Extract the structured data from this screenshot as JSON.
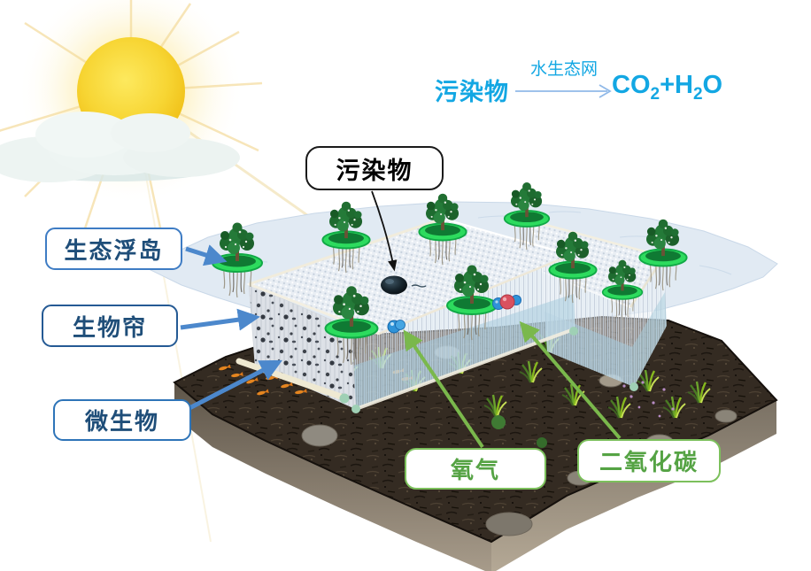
{
  "equation": {
    "reactant": "污染物",
    "condition": "水生态网",
    "product": {
      "p1": "CO",
      "sub1": "2",
      "p2": "+H",
      "sub2": "2",
      "p3": "O"
    }
  },
  "labels": {
    "pollutant": "污染物",
    "floating_island": "生态浮岛",
    "bio_curtain": "生物帘",
    "microbes": "微生物",
    "oxygen": "氧气",
    "carbon_dioxide": "二氧化碳"
  },
  "scene": {
    "floating_island_count": 9,
    "mesh_module_count": 2,
    "elements": [
      "sun-icon",
      "cloud-icon",
      "water-surface",
      "mesh-enclosure",
      "floating-island",
      "pollutant-spot",
      "oxygen-bubble",
      "co2-molecule",
      "lake-bed",
      "aquatic-plants",
      "fish"
    ]
  },
  "colors": {
    "equation_blue": "#13a7e3",
    "reaction_arrow": "#90b9e8",
    "label_blue_border": "#3e7cc4",
    "label_blue_text": "#1f4e79",
    "label_green_border": "#7cc05c",
    "label_green_text": "#55a344",
    "pointer_blue": "#4c88cc",
    "pointer_green": "#7ab84c",
    "sun_yellow": "#f5ce2e",
    "water_sheet": "#e1eaf3",
    "island_ring_green": "#2ddb5e",
    "soil_dark": "#342b22"
  }
}
